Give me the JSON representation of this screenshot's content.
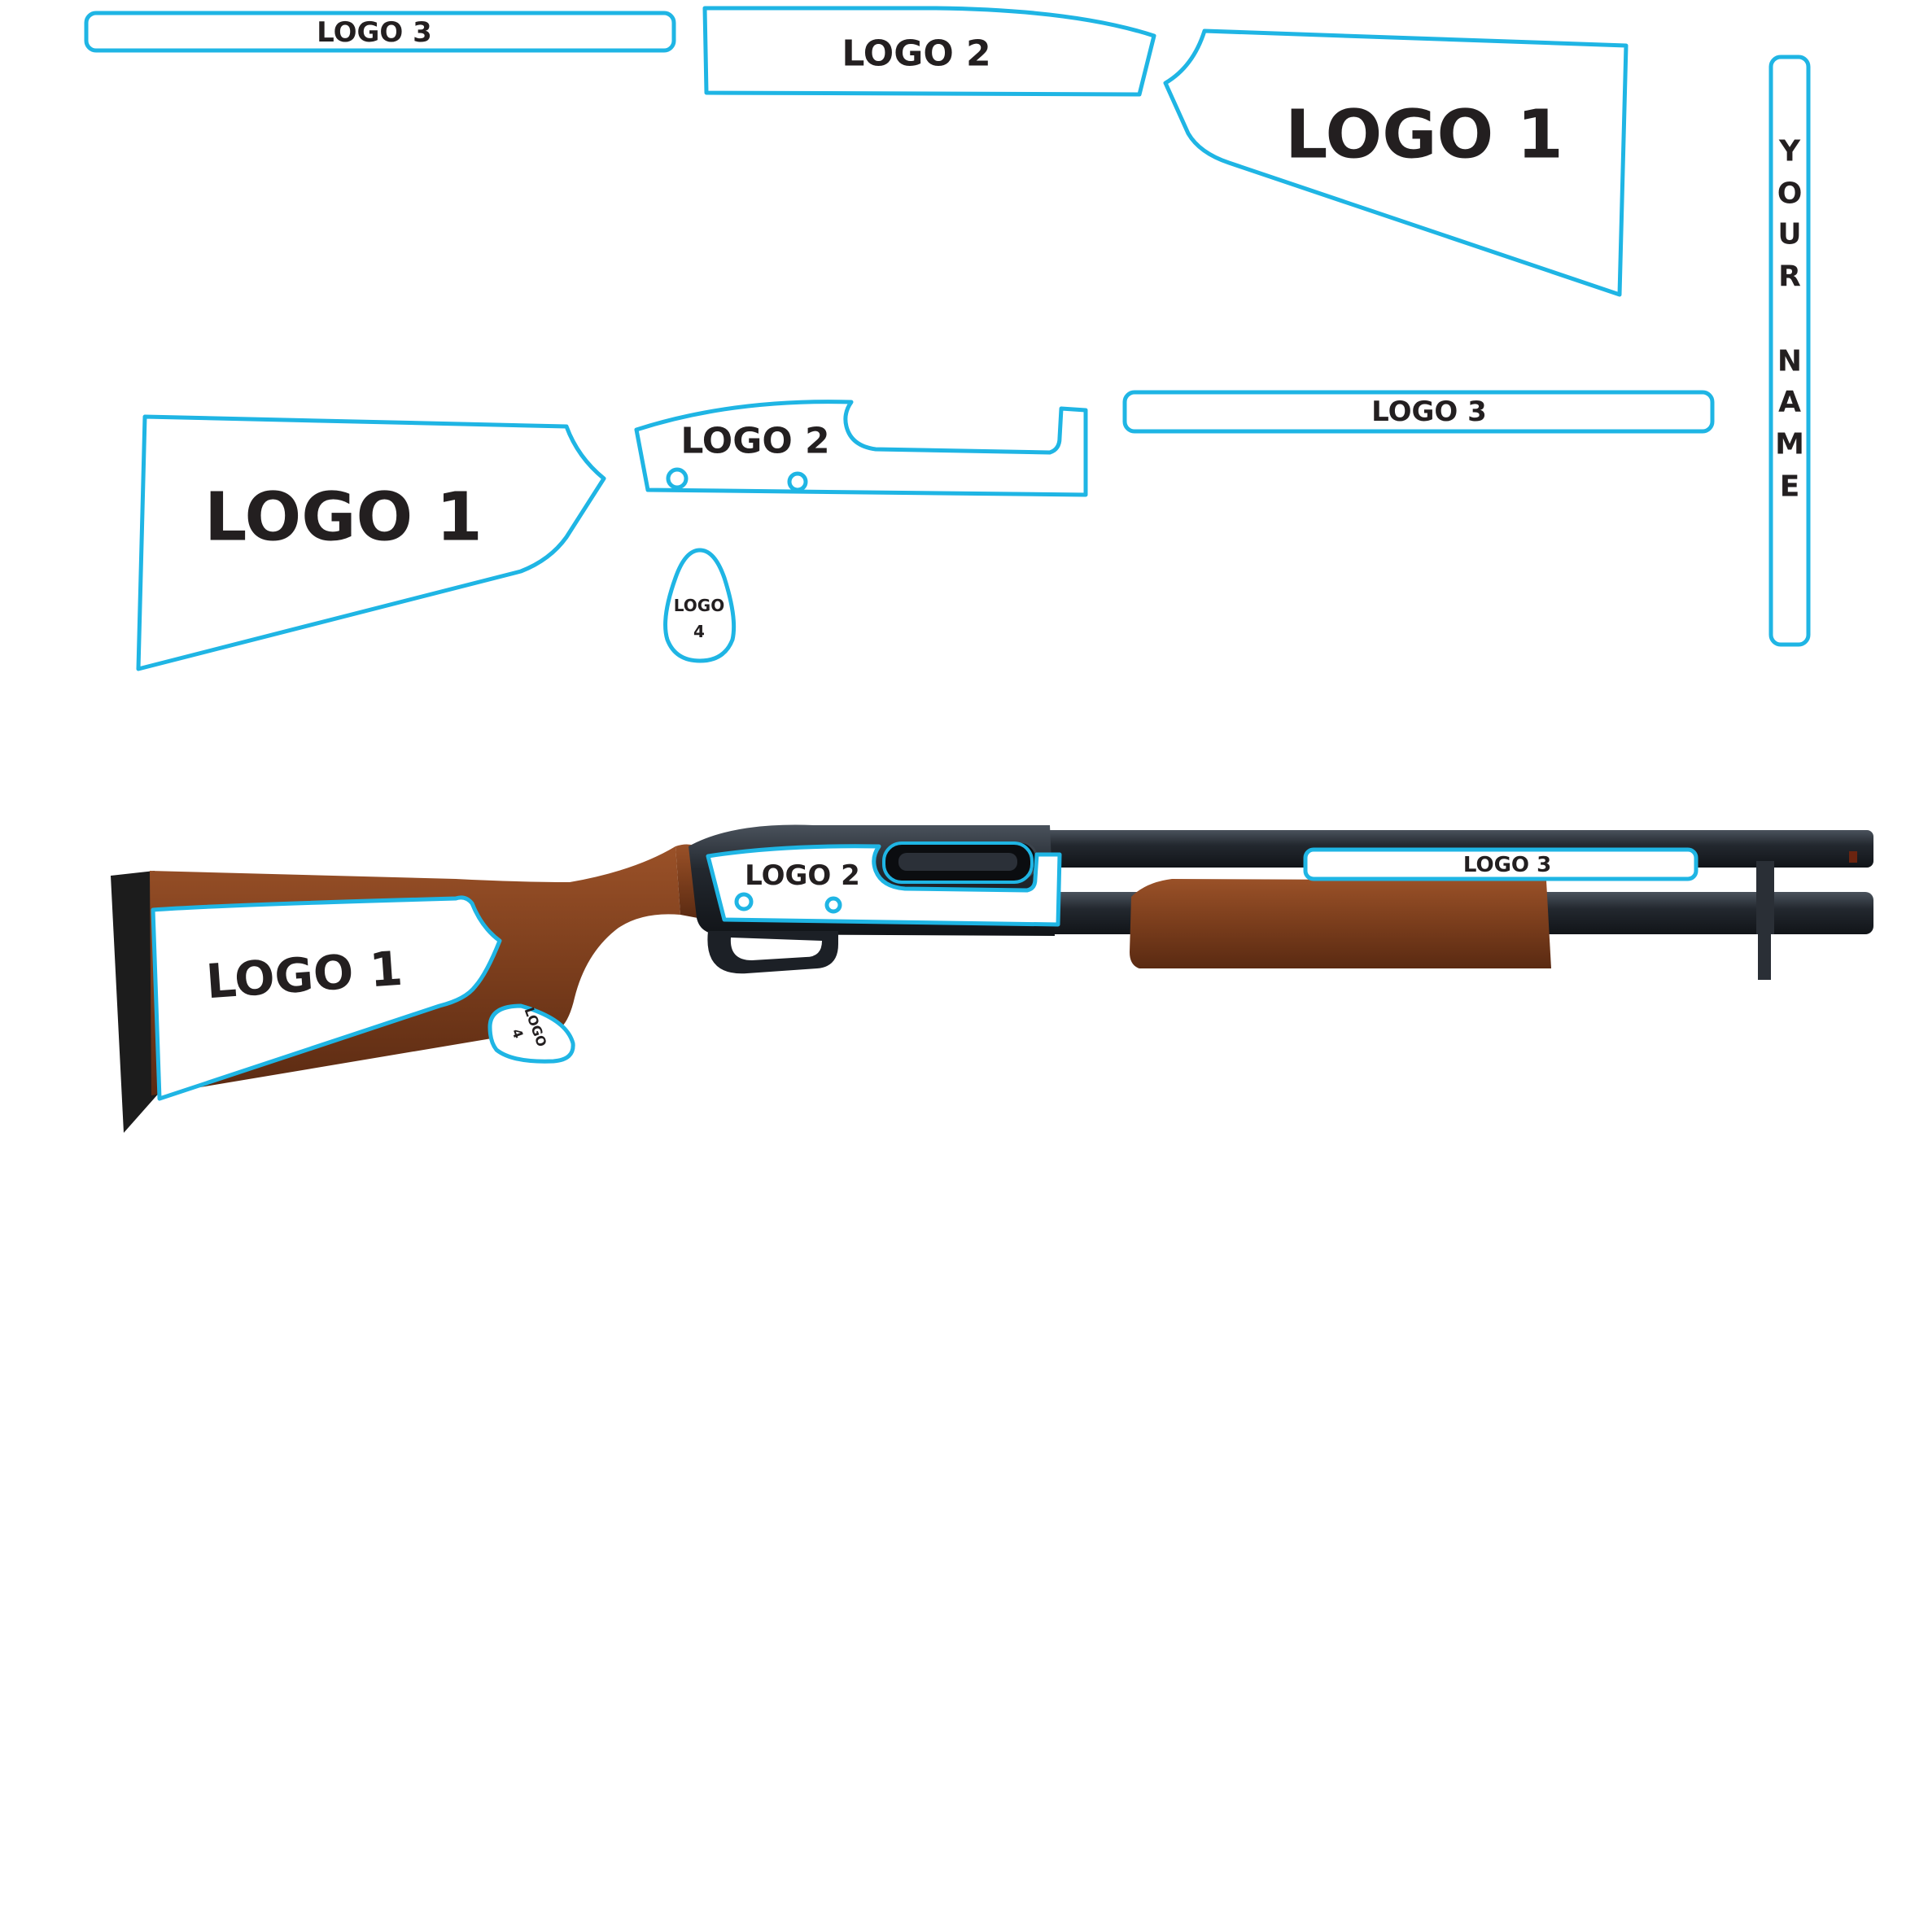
{
  "templates": {
    "logo1": "LOGO 1",
    "logo2": "LOGO 2",
    "logo3": "LOGO 3",
    "logo4_line1": "LOGO",
    "logo4_line2": "4",
    "name_letters": [
      "Y",
      "O",
      "U",
      "R",
      "N",
      "A",
      "M",
      "E"
    ]
  },
  "colors": {
    "cut_line": "#1fb5e4",
    "label": "#231f20",
    "wood": "#7a3d1c",
    "metal": "#23282f"
  }
}
